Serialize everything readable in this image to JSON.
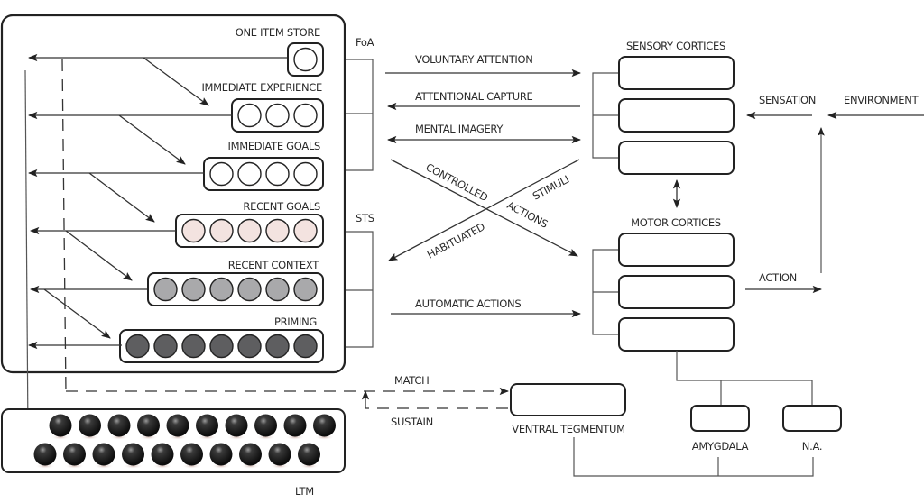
{
  "working_memory": {
    "rows": [
      {
        "label": "ONE ITEM STORE",
        "count": 1,
        "fill": "#ffffff"
      },
      {
        "label": "IMMEDIATE EXPERIENCE",
        "count": 3,
        "fill": "#ffffff"
      },
      {
        "label": "IMMEDIATE GOALS",
        "count": 4,
        "fill": "#ffffff"
      },
      {
        "label": "RECENT GOALS",
        "count": 5,
        "fill": "#f3e3e0"
      },
      {
        "label": "RECENT CONTEXT",
        "count": 6,
        "fill": "#a9a9ab"
      },
      {
        "label": "PRIMING",
        "count": 7,
        "fill": "#5e5e60"
      }
    ],
    "foa_label": "FoA",
    "sts_label": "STS"
  },
  "ltm": {
    "label": "LTM",
    "row1_count": 10,
    "row2_count": 10,
    "sphere_color": "#1a1a1a"
  },
  "pathways": {
    "voluntary_attention": "VOLUNTARY ATTENTION",
    "attentional_capture": "ATTENTIONAL CAPTURE",
    "mental_imagery": "MENTAL IMAGERY",
    "controlled": "CONTROLLED",
    "actions": "ACTIONS",
    "stimuli": "STIMULI",
    "habituated": "HABITUATED",
    "automatic_actions": "AUTOMATIC ACTIONS",
    "match": "MATCH",
    "sustain": "SUSTAIN"
  },
  "cortices": {
    "sensory": "SENSORY CORTICES",
    "motor": "MOTOR CORTICES"
  },
  "external": {
    "sensation": "SENSATION",
    "environment": "ENVIRONMENT",
    "action": "ACTION"
  },
  "subcortical": {
    "ventral_tegmentum": "VENTRAL TEGMENTUM",
    "amygdala": "AMYGDALA",
    "na": "N.A."
  }
}
